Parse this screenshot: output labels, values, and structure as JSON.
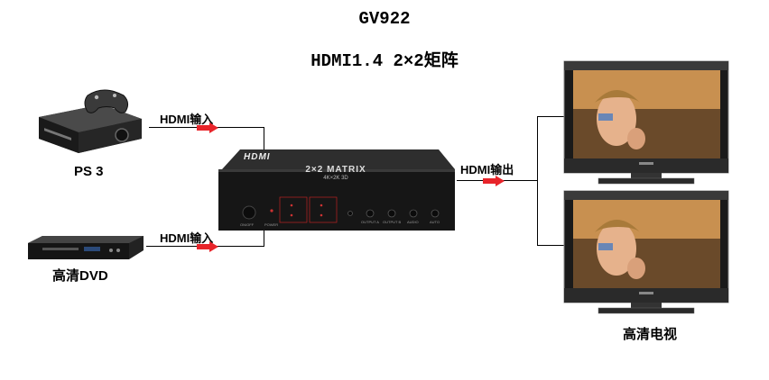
{
  "title_line1": "GV922",
  "title_line2": "HDMI1.4 2×2矩阵",
  "sources": [
    {
      "name": "PS 3",
      "link_label": "HDMI输入"
    },
    {
      "name": "高清DVD",
      "link_label": "HDMI输入"
    }
  ],
  "matrix": {
    "brand": "HDMI",
    "model_text": "2×2 MATRIX",
    "sub_text": "4K×2K 3D",
    "panel_labels": [
      "ON/OFF",
      "POWER",
      "OUTPUT A",
      "OUTPUT B",
      "AUDIO",
      "AUTO"
    ]
  },
  "output_label": "HDMI输出",
  "display_caption": "高清电视",
  "colors": {
    "arrow": "#e8242a",
    "device": "#1b1b1b"
  }
}
